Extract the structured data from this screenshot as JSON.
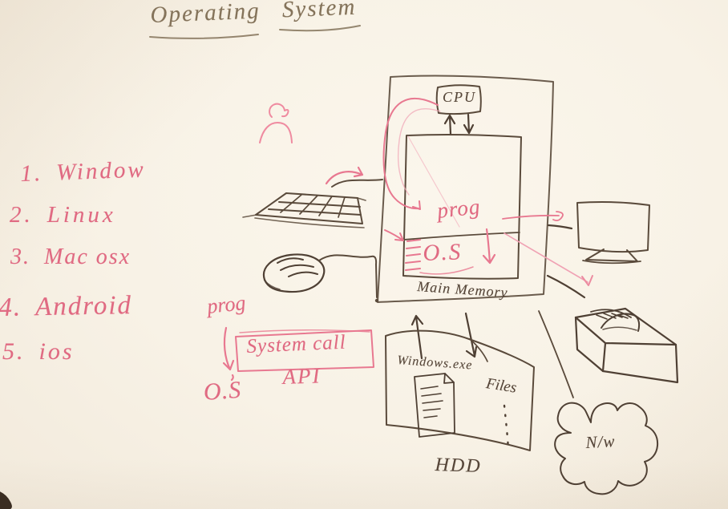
{
  "colors": {
    "pink_marker": "#e06a82",
    "pink_soft": "#f0a2b4",
    "dark_ink": "#564639",
    "title_ink": "#84735a",
    "board": "#f8f2e6"
  },
  "title": {
    "text": "Operating System"
  },
  "os_list": {
    "items": [
      {
        "num": "1.",
        "name": "Window"
      },
      {
        "num": "2.",
        "name": "Linux"
      },
      {
        "num": "3.",
        "name": "Mac osx"
      },
      {
        "num": "4.",
        "name": "Android"
      },
      {
        "num": "5.",
        "name": "ios"
      }
    ]
  },
  "computer": {
    "cpu_label": "CPU",
    "memory": {
      "prog_label": "prog",
      "os_label": "O.S",
      "caption": "Main Memory"
    }
  },
  "storage": {
    "file_label": "Windows.exe",
    "files_label": "Files",
    "caption": "HDD"
  },
  "network": {
    "cloud_label": "N/w"
  },
  "system_call": {
    "prog_label": "prog",
    "box_label": "System call",
    "api_label": "API",
    "os_label": "O.S"
  },
  "icons": {
    "person": "stick-figure-sketch",
    "keyboard": "perspective-grid-sketch",
    "mouse": "oval-with-scroll-lines",
    "monitor": "screen-with-stand",
    "printer": "3d-box-with-paper",
    "hdd": "cylinder-sketch",
    "document": "page-with-lines",
    "cloud": "bumpy-cloud-outline"
  }
}
